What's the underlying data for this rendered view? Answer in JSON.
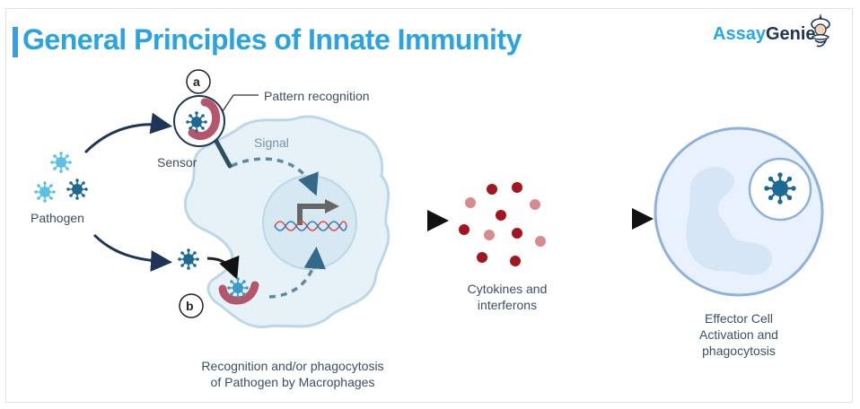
{
  "title": "General Principles of Innate Immunity",
  "logo": {
    "part1": "Assay",
    "part2": "Genie",
    "mascot_icon": "genie-mascot-icon"
  },
  "labels": {
    "marker_a": "a",
    "marker_b": "b",
    "pattern_recognition": "Pattern recognition",
    "sensor": "Sensor",
    "signal": "Signal",
    "pathogen": "Pathogen",
    "macrophage_line1": "Recognition and/or phagocytosis",
    "macrophage_line2": "of Pathogen by Macrophages",
    "cytokines_line1": "Cytokines and",
    "cytokines_line2": "interferons",
    "effector_line1": "Effector Cell",
    "effector_line2": "Activation and",
    "effector_line3": "phagocytosis"
  },
  "colors": {
    "title": "#2aa3e3",
    "text": "#3b4f66",
    "pathogen_dark": "#1c6a93",
    "pathogen_light": "#5bc0e8",
    "receptor": "#b5566a",
    "cell_fill": "#e6f2f8",
    "cell_stroke": "#bcd8e6",
    "cytokine_dark": "#a3161f",
    "cytokine_light": "#d98a8c",
    "effector_fill": "#e9f2fc",
    "effector_stroke": "#8fb2dc"
  }
}
